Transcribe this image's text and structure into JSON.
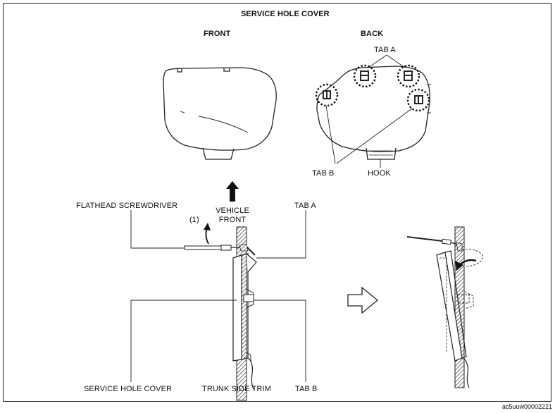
{
  "title": "SERVICE HOLE COVER",
  "front_label": "FRONT",
  "back_label": "BACK",
  "tab_a_top": "TAB A",
  "tab_b_top": "TAB B",
  "hook": "HOOK",
  "flathead": "FLATHEAD SCREWDRIVER",
  "step": "(1)",
  "vehicle_front_1": "VEHICLE",
  "vehicle_front_2": "FRONT",
  "tab_a_bottom": "TAB A",
  "service_hole_cover": "SERVICE HOLE COVER",
  "trunk_side_trim": "TRUNK SIDE TRIM",
  "tab_b_bottom": "TAB B",
  "ref_code": "ac5uuw00002221"
}
